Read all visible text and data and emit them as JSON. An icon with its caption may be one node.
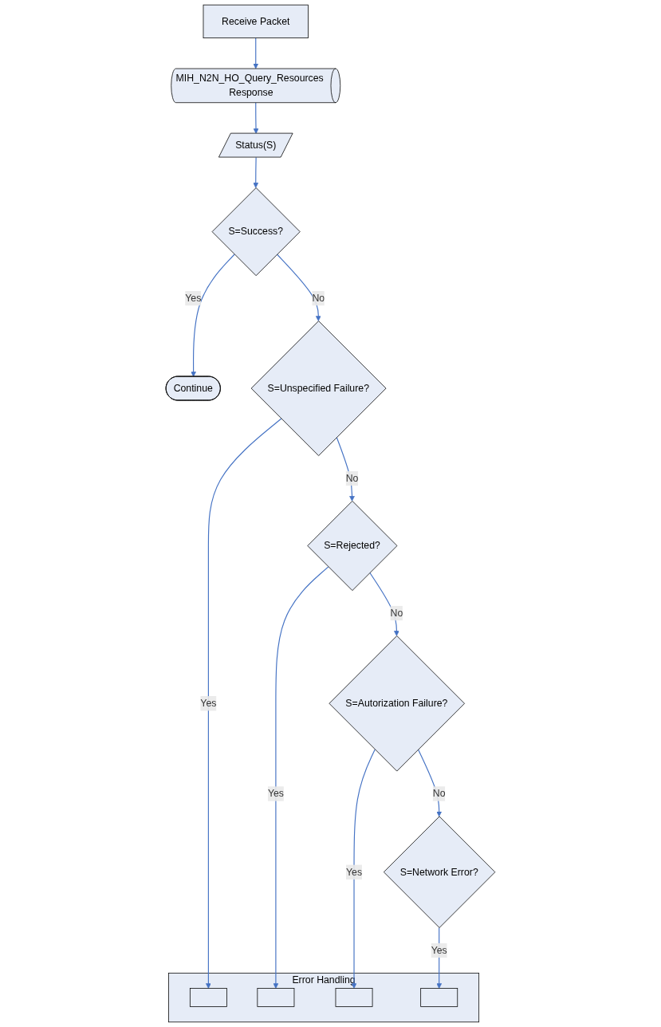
{
  "diagram": {
    "nodes": [
      {
        "text": [
          "MIH_N2N_HO_Query_Resources Response"
        ]
      },
      {
        "text": [
          "Receive Packet"
        ]
      },
      {
        "text": [
          "Status(S)"
        ]
      },
      {
        "text": [
          "S=Success?"
        ]
      },
      {
        "text": [
          "Continue"
        ]
      },
      {
        "text": [
          "Error Handling"
        ]
      },
      {
        "text": [
          "S=Unspecified Failure?"
        ]
      },
      {
        "text": [],
        "shape": "box",
        "in": 5
      },
      {
        "text": [
          "S=Rejected?"
        ]
      },
      {
        "text": [],
        "shape": "box",
        "in": 5
      },
      {
        "text": [
          "S=Autorization Failure?"
        ]
      },
      {
        "text": [],
        "shape": "box",
        "in": 5
      },
      {
        "text": [
          "S=Network Error?"
        ]
      },
      {
        "text": [],
        "shape": "box",
        "in": 5
      }
    ],
    "edges": [
      {
        "from": 1,
        "to": 0,
        "arrow": "to"
      },
      {
        "from": 0,
        "to": 2,
        "arrow": "to"
      },
      {
        "from": 2,
        "to": 3,
        "arrow": "to"
      },
      {
        "from": 3,
        "to": 4,
        "label": "Yes",
        "arrow": "to"
      },
      {
        "from": 3,
        "to": 6,
        "label": "No",
        "arrow": "to"
      },
      {
        "from": 6,
        "to": 7,
        "label": "Yes",
        "arrow": "to"
      },
      {
        "from": 6,
        "to": 8,
        "label": "No",
        "arrow": "to"
      },
      {
        "from": 8,
        "to": 9,
        "label": "Yes",
        "arrow": "to"
      },
      {
        "from": 8,
        "to": 10,
        "label": "No",
        "arrow": "to"
      },
      {
        "from": 10,
        "to": 11,
        "label": "Yes",
        "arrow": "to"
      },
      {
        "from": 10,
        "to": 12,
        "label": "No",
        "arrow": "to"
      },
      {
        "from": 12,
        "to": 13,
        "label": "Yes",
        "arrow": "to"
      }
    ]
  }
}
